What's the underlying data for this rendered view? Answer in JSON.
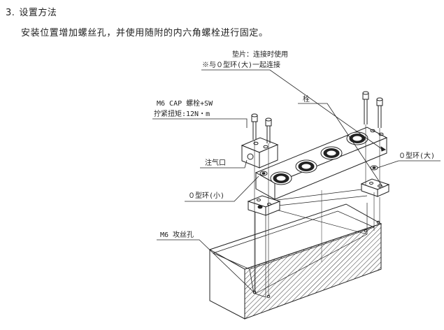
{
  "heading": {
    "number": "3.",
    "title": "设置方法"
  },
  "subtitle": "安装位置增加螺丝孔，并使用随附的内六角螺栓进行固定。",
  "figure": {
    "labels": {
      "gasket_line1": "垫片：连接时使用",
      "gasket_line2": "※与０型环(大)一起连接",
      "cap_bolt_line1": "M6 CAP 螺栓+SW",
      "cap_bolt_line2": "拧紧扭矩:12N・m",
      "pin": "栓",
      "inlet": "注气口",
      "oring_large": "０型环(大)",
      "oring_small": "０型环(小)",
      "tap_hole": "M6 攻丝孔"
    }
  }
}
